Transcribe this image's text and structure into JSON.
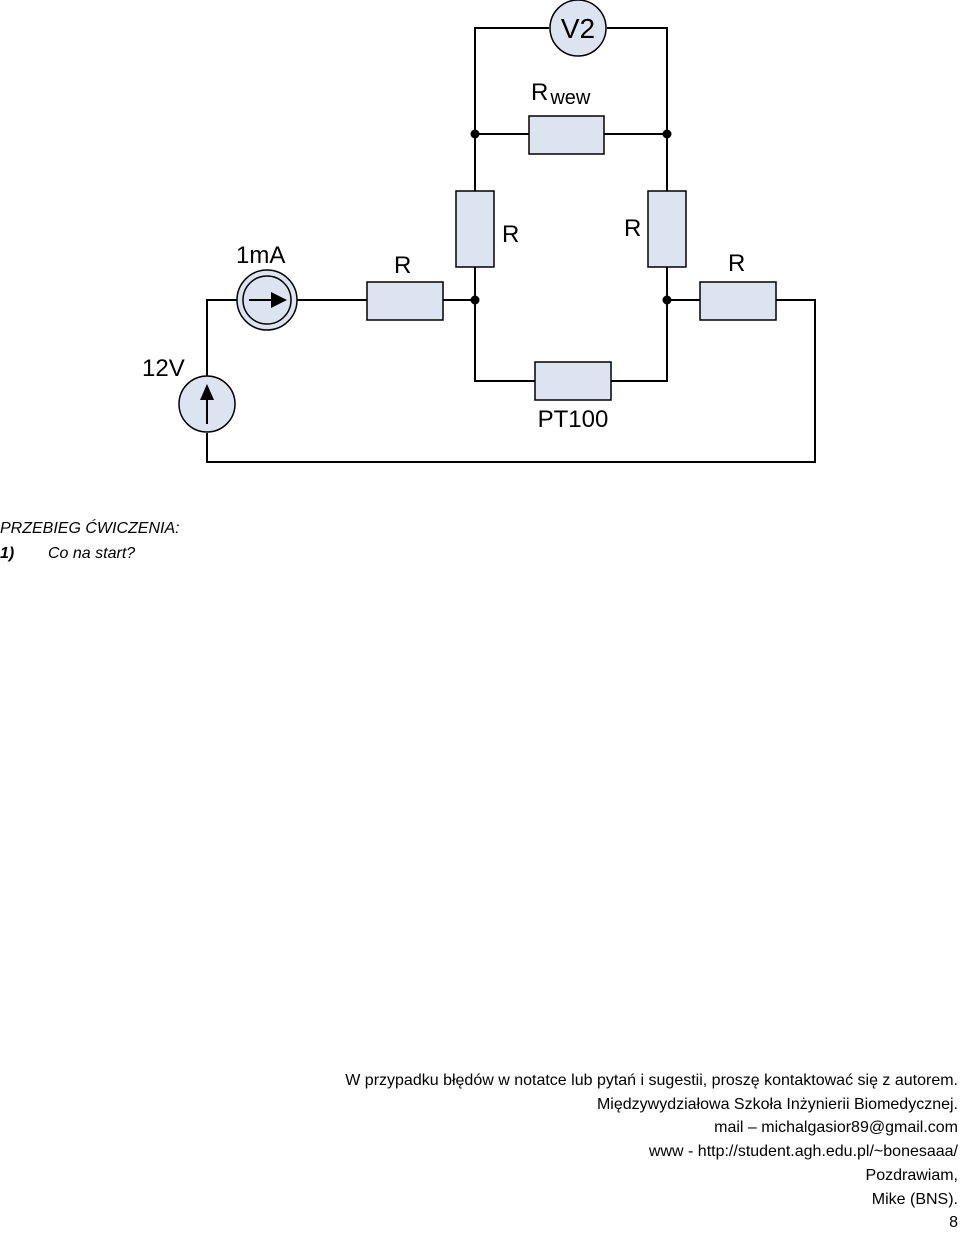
{
  "circuit": {
    "voltmeter": "V2",
    "rwew_main": "R",
    "rwew_sub": "wew",
    "r_left_bridge": "R",
    "r_right_bridge": "R",
    "r_series_left": "R",
    "r_series_right": "R",
    "current_source": "1mA",
    "voltage_source": "12V",
    "sensor": "PT100"
  },
  "section": {
    "heading": "PRZEBIEG ĆWICZENIA:",
    "items": [
      {
        "num": "1)",
        "text": "Co na start?"
      }
    ]
  },
  "footer": {
    "lines": [
      "W przypadku błędów w notatce lub pytań i sugestii, proszę kontaktować się z autorem.",
      "Międzywydziałowa Szkoła Inżynierii Biomedycznej.",
      "mail – michalgasior89@gmail.com",
      "www - http://student.agh.edu.pl/~bonesaaa/",
      "Pozdrawiam,",
      "Mike (BNS)."
    ],
    "page_number": "8"
  }
}
